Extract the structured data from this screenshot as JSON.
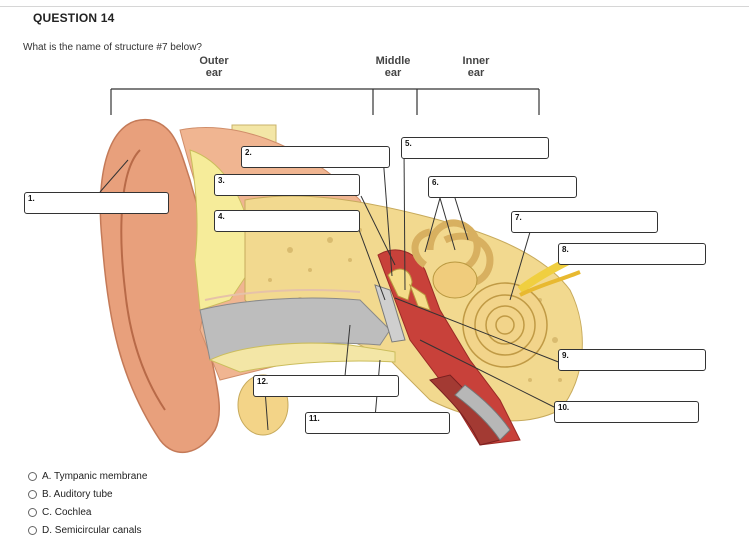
{
  "question": {
    "title": "QUESTION 14",
    "text": "What is the name of structure #7 below?"
  },
  "figure": {
    "regions": {
      "outer": [
        "Outer",
        "ear"
      ],
      "middle": [
        "Middle",
        "ear"
      ],
      "inner": [
        "Inner",
        "ear"
      ]
    },
    "labels": [
      "1.",
      "2.",
      "3.",
      "4.",
      "5.",
      "6.",
      "7.",
      "8.",
      "9.",
      "10.",
      "11.",
      "12."
    ]
  },
  "options": [
    {
      "label": "A. Tympanic membrane"
    },
    {
      "label": "B. Auditory tube"
    },
    {
      "label": "C. Cochlea"
    },
    {
      "label": "D. Semicircular canals"
    }
  ]
}
